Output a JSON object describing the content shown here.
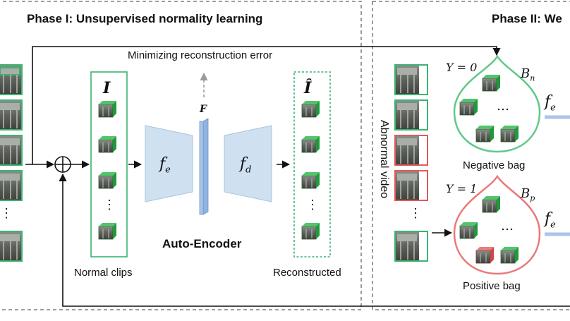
{
  "phase1": {
    "title": "Phase I: Unsupervised normality learning",
    "minimize": "Minimizing reconstruction error",
    "input_symbol": "I",
    "feature_symbol": "F",
    "recon_symbol": "Î",
    "encoder": "f",
    "encoder_sub": "e",
    "decoder": "f",
    "decoder_sub": "d",
    "autoencoder": "Auto-Encoder",
    "normal_clips": "Normal clips",
    "reconstructed": "Reconstructed",
    "dots": "⋮"
  },
  "phase2": {
    "title": "Phase II: We",
    "abnormal_video": "Abnormal video",
    "neg_y": "Y = 0",
    "neg_bag_symbol": "B",
    "neg_bag_sub": "n",
    "neg_bag_label": "Negative bag",
    "pos_y": "Y = 1",
    "pos_bag_symbol": "B",
    "pos_bag_sub": "p",
    "pos_bag_label": "Positive bag",
    "ellipsis": "…",
    "fe": "f",
    "fe_sub": "e",
    "dots": "⋮"
  },
  "colors": {
    "green": "#3cb371",
    "red": "#e05a5a",
    "ae_fill": "#cfe0f1",
    "ae_stroke": "#a9c3dd",
    "feature_bar": "#8fb4e0"
  }
}
